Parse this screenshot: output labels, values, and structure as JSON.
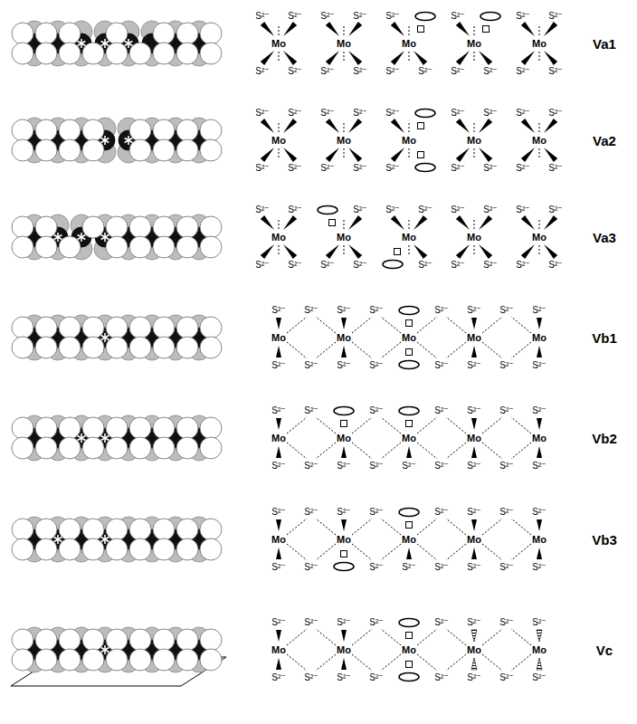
{
  "diagram": {
    "labels": [
      "S²⁻",
      "S²⁻",
      "S²⁻",
      "S²⁻",
      "S²⁻",
      "S²⁻",
      "S²⁻",
      "S²⁻",
      "Mo",
      "Mo",
      "Mo",
      "Mo",
      "Mo",
      "S²⁻",
      "S²⁻",
      "S²⁻",
      "S²⁻",
      "S²⁻",
      "S²⁻",
      "S²⁻",
      "S²⁻",
      "S²⁻",
      "S²⁻",
      "Va1",
      "S²⁻",
      "S²⁻",
      "S²⁻",
      "S²⁻",
      "S²⁻",
      "S²⁻",
      "S²⁻",
      "S²⁻",
      "S²⁻",
      "Mo",
      "Mo",
      "Mo",
      "Mo",
      "Mo",
      "S²⁻",
      "S²⁻",
      "S²⁻",
      "S²⁻",
      "S²⁻",
      "S²⁻",
      "S²⁻",
      "S²⁻",
      "S²⁻",
      "Va2",
      "S²⁻",
      "S²⁻",
      "S²⁻",
      "S²⁻",
      "S²⁻",
      "S²⁻",
      "S²⁻",
      "S²⁻",
      "S²⁻",
      "Mo",
      "Mo",
      "Mo",
      "Mo",
      "Mo",
      "S²⁻",
      "S²⁻",
      "S²⁻",
      "S²⁻",
      "S²⁻",
      "S²⁻",
      "S²⁻",
      "S²⁻",
      "S²⁻",
      "Va3",
      "S²⁻",
      "S²⁻",
      "S²⁻",
      "S²⁻",
      "S²⁻",
      "S²⁻",
      "S²⁻",
      "S²⁻",
      "Mo",
      "Mo",
      "Mo",
      "Mo",
      "Mo",
      "S²⁻",
      "S²⁻",
      "S²⁻",
      "S²⁻",
      "S²⁻",
      "S²⁻",
      "S²⁻",
      "S²⁻",
      "Vb1",
      "S²⁻",
      "S²⁻",
      "S²⁻",
      "S²⁻",
      "S²⁻",
      "S²⁻",
      "S²⁻",
      "Mo",
      "Mo",
      "Mo",
      "Mo",
      "Mo",
      "S²⁻",
      "S²⁻",
      "S²⁻",
      "S²⁻",
      "S²⁻",
      "S²⁻",
      "S²⁻",
      "S²⁻",
      "S²⁻",
      "Vb2",
      "S²⁻",
      "S²⁻",
      "S²⁻",
      "S²⁻",
      "S²⁻",
      "S²⁻",
      "S²⁻",
      "S²⁻",
      "Mo",
      "Mo",
      "Mo",
      "Mo",
      "Mo",
      "S²⁻",
      "S²⁻",
      "S²⁻",
      "S²⁻",
      "S²⁻",
      "S²⁻",
      "S²⁻",
      "S²⁻",
      "Vb3",
      "S²⁻",
      "S²⁻",
      "S²⁻",
      "S²⁻",
      "S²⁻",
      "S²⁻",
      "S²⁻",
      "S²⁻",
      "Mo",
      "Mo",
      "Mo",
      "Mo",
      "Mo",
      "S²⁻",
      "S²⁻",
      "S²⁻",
      "S²⁻",
      "S²⁻",
      "S²⁻",
      "S²⁻",
      "S²⁻",
      "Vc"
    ]
  }
}
